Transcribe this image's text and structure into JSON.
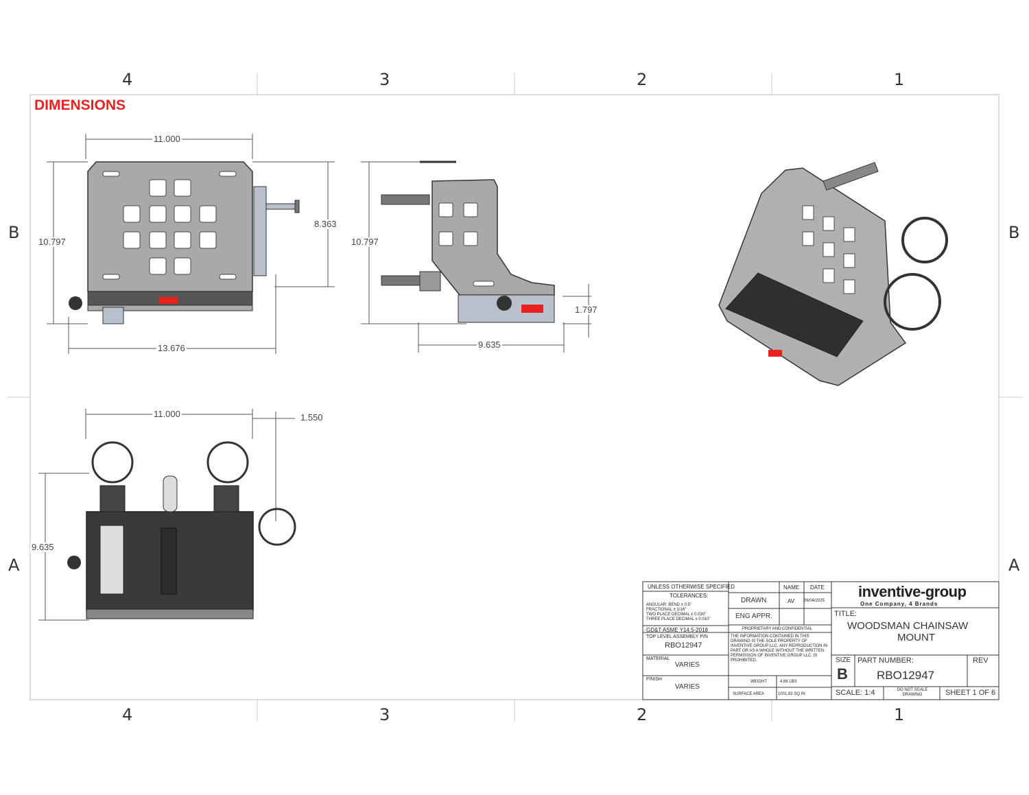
{
  "header": "DIMENSIONS",
  "zones": {
    "columns": [
      "4",
      "3",
      "2",
      "1"
    ],
    "rows": [
      "B",
      "A"
    ]
  },
  "dimensions": {
    "front_width": "11.000",
    "front_height": "10.797",
    "front_depth": "8.363",
    "front_overall": "13.676",
    "side_height": "10.797",
    "side_width": "9.635",
    "side_base": "1.797",
    "top_width": "11.000",
    "top_offset": "1.550",
    "top_depth": "9.635"
  },
  "title_block": {
    "unless": "UNLESS OTHERWISE SPECIFIED",
    "tolerances": "TOLERANCES:",
    "tol_lines": [
      "ANGULAR:      BEND   ±  0.5°",
      "FRACTIONAL          ±  1/16\"",
      "TWO PLACE DECIMAL   ±  0.030\"",
      "THREE PLACE DECIMAL ±  0.010\""
    ],
    "gdt": "GD&T ASME Y14.5-2018",
    "top_level_label": "TOP LEVEL ASSEMBLY P/N",
    "top_level_value": "RBO12947",
    "material_label": "MATERIAL",
    "material_value": "VARIES",
    "finish_label": "FINISH",
    "finish_value": "VARIES",
    "name_header": "NAME",
    "date_header": "DATE",
    "drawn_label": "DRAWN",
    "drawn_name": "AV",
    "drawn_date": "06/04/2025",
    "eng_label": "ENG APPR.",
    "proprietary_title": "PROPRIETARY AND CONFIDENTIAL",
    "proprietary_text": "THE INFORMATION CONTAINED IN THIS DRAWING IS THE SOLE PROPERTY OF INVENTIVE GROUP LLC. ANY REPRODUCTION IN PART OR AS A WHOLE WITHOUT THE WRITTEN PERMISSION OF INVENTIVE GROUP LLC. IS PROHIBITED.",
    "weight_label": "WEIGHT",
    "weight_value": "4.66   LBS",
    "surface_label": "SURFACE AREA",
    "surface_value": "1001.82   SQ IN",
    "logo_main": "inventive-group",
    "logo_sub": "One Company, 4 Brands",
    "title_label": "TITLE:",
    "title_line1": "WOODSMAN CHAINSAW",
    "title_line2": "MOUNT",
    "size_label": "SIZE",
    "size_value": "B",
    "part_label": "PART NUMBER:",
    "part_value": "RBO12947",
    "rev_label": "REV",
    "scale": "SCALE: 1:4",
    "do_not_scale": "DO NOT SCALE DRAWING",
    "sheet": "SHEET 1 OF 6"
  },
  "colors": {
    "accent": "#e8231f",
    "plate": "#a9a9a9",
    "dark": "#3a3a3a",
    "line": "#333333"
  }
}
